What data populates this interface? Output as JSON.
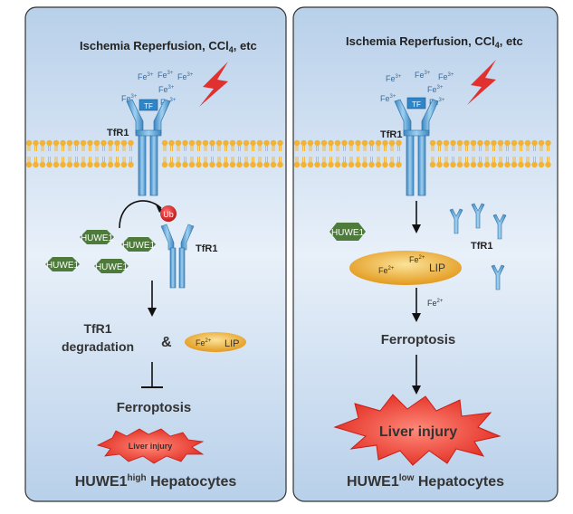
{
  "left_panel": {
    "stimulus": "Ischemia Reperfusion, CCl",
    "stimulus_sub": "4",
    "stimulus_tail": ", etc",
    "fe3_label": "Fe",
    "fe3_sup": "3+",
    "tf_label": "TF",
    "tfr1_top": "TfR1",
    "ub_label": "Ub",
    "huwe1": [
      "HUWE1",
      "HUWE1",
      "HUWE1",
      "HUWE1"
    ],
    "tfr1_bound": "TfR1",
    "degradation_line1": "TfR1",
    "degradation_line2": "degradation",
    "ampersand": "&",
    "lip_fe": "Fe",
    "lip_fe_sup": "2+",
    "lip_label": "LIP",
    "ferroptosis": "Ferroptosis",
    "liver_injury": "Liver injury",
    "footer_main": "HUWE1",
    "footer_sup": "high",
    "footer_tail": " Hepatocytes"
  },
  "right_panel": {
    "stimulus": "Ischemia Reperfusion, CCl",
    "stimulus_sub": "4",
    "stimulus_tail": ", etc",
    "fe3_label": "Fe",
    "fe3_sup": "3+",
    "tf_label": "TF",
    "tfr1_top": "TfR1",
    "huwe1": "HUWE1",
    "tfr1_free": "TfR1",
    "lip_fe": "Fe",
    "lip_fe_sup": "2+",
    "lip_label": "LIP",
    "fe2_release": "Fe",
    "fe2_release_sup": "2+",
    "ferroptosis": "Ferroptosis",
    "liver_injury": "Liver injury",
    "footer_main": "HUWE1",
    "footer_sup": "low",
    "footer_tail": " Hepatocytes"
  },
  "colors": {
    "panel_bg_top": "#b8d0ea",
    "panel_bg_mid": "#e4eef8",
    "membrane": "#f2b233",
    "receptor": "#5ba3d6",
    "tf_box": "#2e86c8",
    "huwe1": "#4e7a3c",
    "ub": "#d22020",
    "lip": "#e8a22a",
    "lightning": "#e03030",
    "injury": "#e8322a",
    "fe_text": "#2e6fb0"
  }
}
